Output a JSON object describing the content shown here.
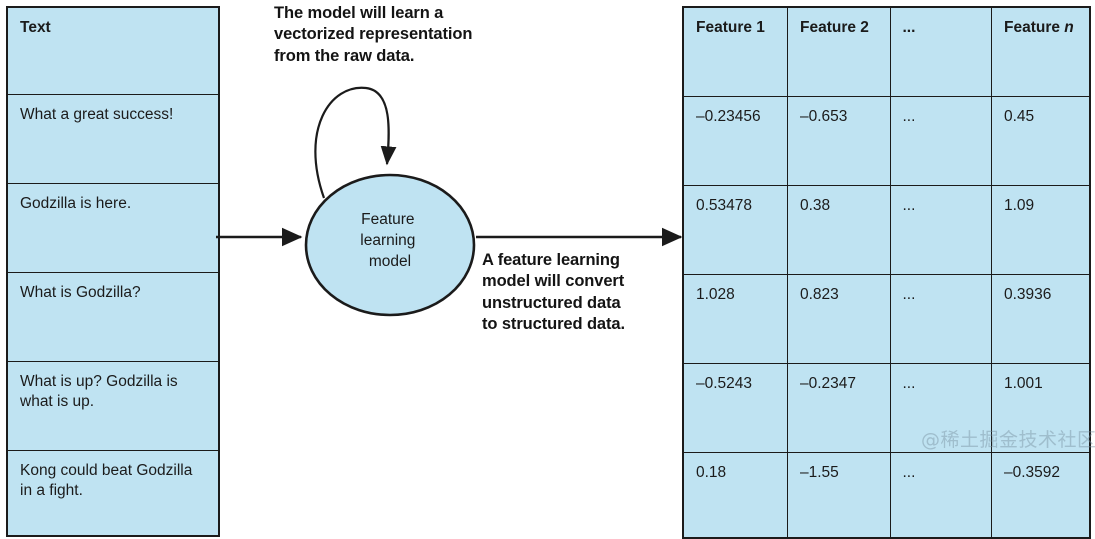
{
  "colors": {
    "cell_fill": "#bfe3f2",
    "border": "#1b1b1b",
    "text": "#1b1b1b",
    "watermark": "rgba(120,145,160,0.45)"
  },
  "text_table": {
    "header": "Text",
    "rows": [
      "What a great success!",
      "Godzilla is here.",
      "What is Godzilla?",
      "What is up? Godzilla is what is up.",
      "Kong could beat Godzilla in a fight."
    ]
  },
  "feature_table": {
    "headers": [
      "Feature 1",
      "Feature 2",
      "...",
      "Feature n"
    ],
    "header_4_prefix": "Feature ",
    "header_4_italic": "n",
    "rows": [
      [
        "–0.23456",
        "–0.653",
        "...",
        "0.45"
      ],
      [
        "0.53478",
        "0.38",
        "...",
        "1.09"
      ],
      [
        "1.028",
        "0.823",
        "...",
        "0.3936"
      ],
      [
        "–0.5243",
        "–0.2347",
        "...",
        "1.001"
      ],
      [
        "0.18",
        "–1.55",
        "...",
        "–0.3592"
      ]
    ]
  },
  "diagram": {
    "node_label_lines": [
      "Feature",
      "learning",
      "model"
    ],
    "node_label_full": "Feature learning model"
  },
  "annotations": {
    "top": "The model will learn a\nvectorized representation\nfrom the raw data.",
    "bottom": "A feature learning\nmodel will convert\nunstructured data\nto structured data."
  },
  "watermark": {
    "text": "@稀土掘金技术社区"
  }
}
